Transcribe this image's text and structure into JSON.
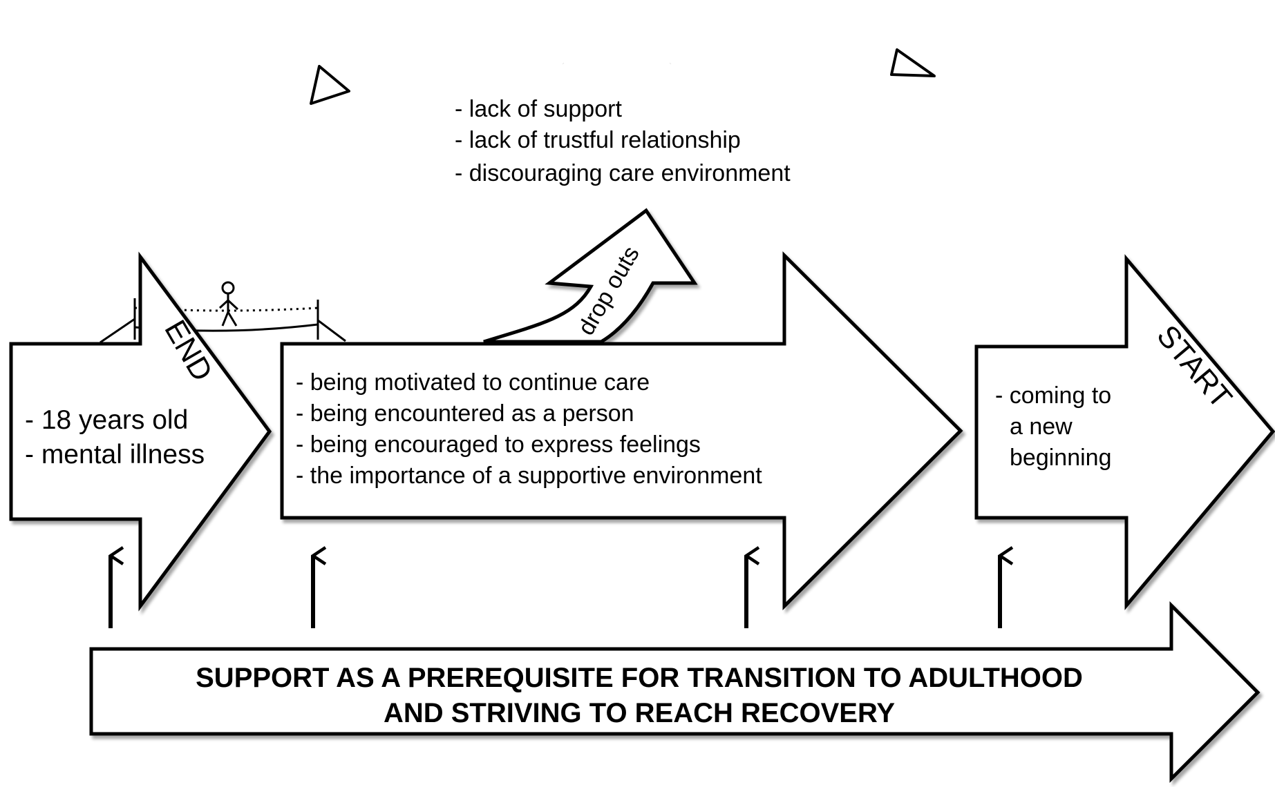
{
  "top_factors": {
    "items": [
      "- lack of support",
      "- lack of trustful relationship",
      "- discouraging care environment"
    ]
  },
  "dropout_label": "drop outs",
  "start_arrow": {
    "label": "START",
    "items": [
      "- coming to",
      "a new",
      "beginning"
    ]
  },
  "middle_arrow": {
    "items": [
      "- being motivated to continue care",
      "- being encountered as a person",
      "- being encouraged to express feelings",
      "- the importance of a supportive environment"
    ]
  },
  "end_arrow": {
    "label": "END",
    "items": [
      "- 18 years old",
      "- mental illness"
    ]
  },
  "support_banner": {
    "lines": [
      "SUPPORT AS A PREREQUISITE FOR TRANSITION TO ADULTHOOD",
      "AND STRIVING TO REACH RECOVERY"
    ]
  },
  "icons": [
    "tightrope-walker-icon",
    "curved-arrow-left-icon",
    "curved-arrow-right-icon",
    "up-arrow-icon"
  ]
}
